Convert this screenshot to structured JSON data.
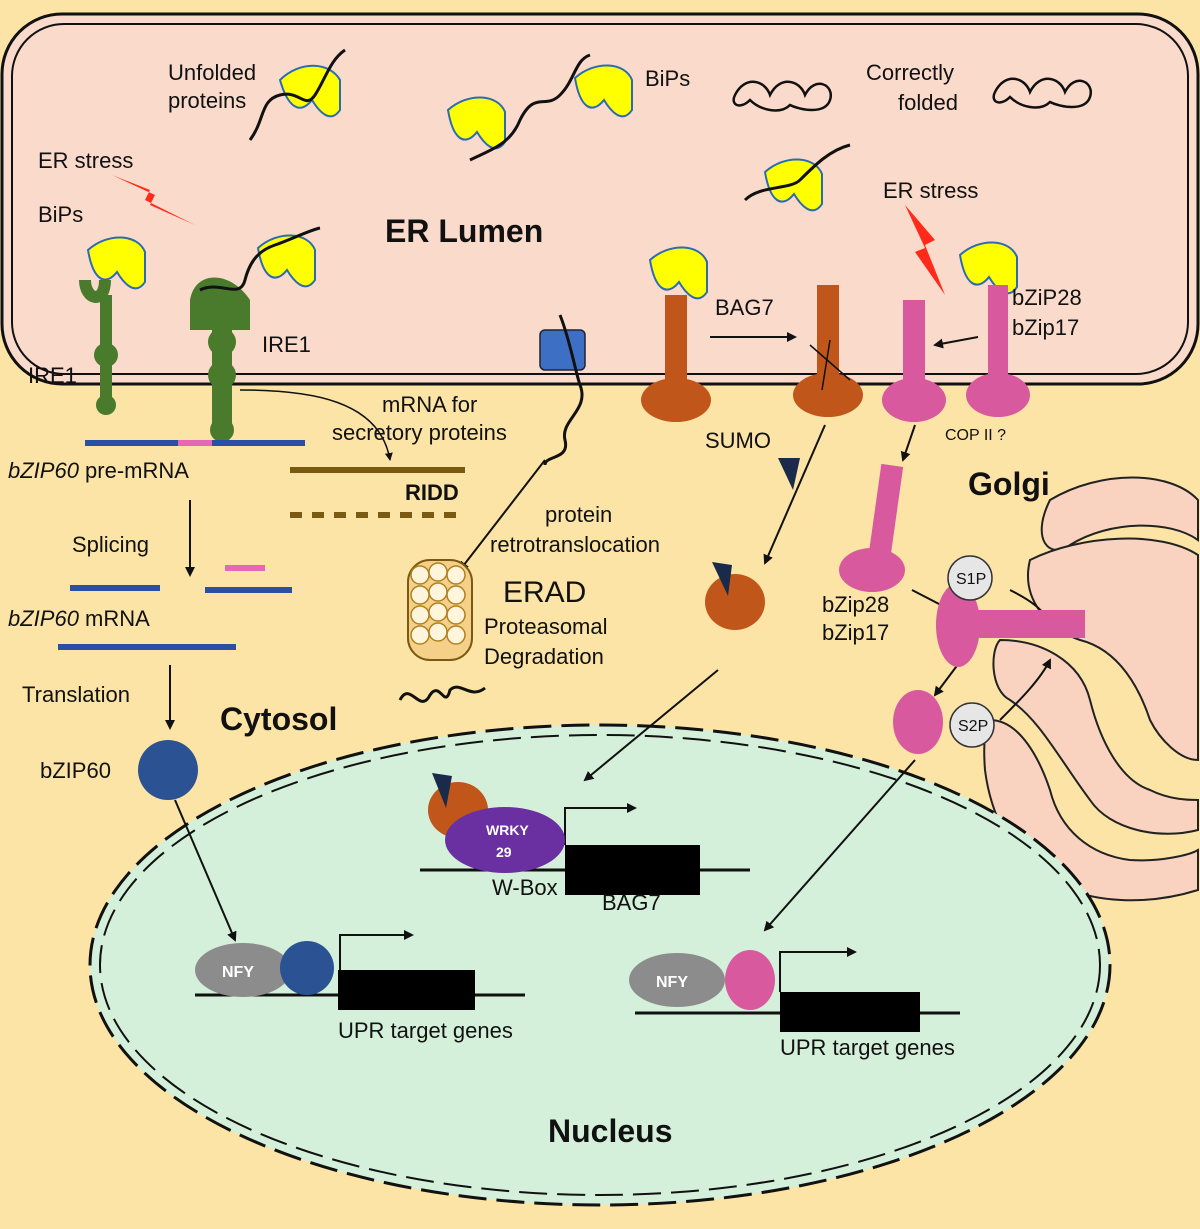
{
  "labels": {
    "unfolded_1": "Unfolded",
    "unfolded_2": "proteins",
    "bips_top": "BiPs",
    "correctly_1": "Correctly",
    "correctly_2": "folded",
    "er_stress_left": "ER stress",
    "bips_left": "BiPs",
    "er_lumen": "ER Lumen",
    "er_stress_right": "ER stress",
    "ire1_left": "IRE1",
    "ire1_right": "IRE1",
    "bag7_top": "BAG7",
    "bzip28_top": "bZiP28",
    "bzip17_top": "bZip17",
    "mrna_1": "mRNA for",
    "mrna_2": "secretory proteins",
    "sumo": "SUMO",
    "cop2": "COP II ?",
    "bzip60_premrna_a": "bZIP60",
    "bzip60_premrna_b": " pre-mRNA",
    "ridd": "RIDD",
    "golgi": "Golgi",
    "protein_1": "protein",
    "protein_2": "retrotranslocation",
    "splicing": "Splicing",
    "erad": "ERAD",
    "proteasomal": "Proteasomal",
    "degradation": "Degradation",
    "bzip60_mrna_a": "bZIP60",
    "bzip60_mrna_b": " mRNA",
    "bzip28_mid": "bZip28",
    "bzip17_mid": "bZip17",
    "s1p": "S1P",
    "s2p": "S2P",
    "translation": "Translation",
    "cytosol": "Cytosol",
    "bzip60_protein": "bZIP60",
    "wrky_1": "WRKY",
    "wrky_2": "29",
    "wbox": "W-Box",
    "bag7_gene": "BAG7",
    "nfy_left": "NFY",
    "nfy_right": "NFY",
    "upr_left": "UPR target genes",
    "upr_right": "UPR target genes",
    "nucleus": "Nucleus"
  },
  "colors": {
    "background": "#fbe4a6",
    "er_lumen": "#fadacb",
    "nucleus": "#d4f0da",
    "golgi": "#f9d3c0",
    "bip": "#ffff00",
    "ire1": "#4a7a2c",
    "bag7": "#c0561a",
    "bzip28": "#d9599e",
    "bzip60": "#2b5394",
    "wrky": "#6a2fa0",
    "nfy": "#8c8c8c",
    "mrna_blue": "#2b4fa5",
    "ridd": "#7a5a10",
    "stress": "#ff2a1a"
  }
}
